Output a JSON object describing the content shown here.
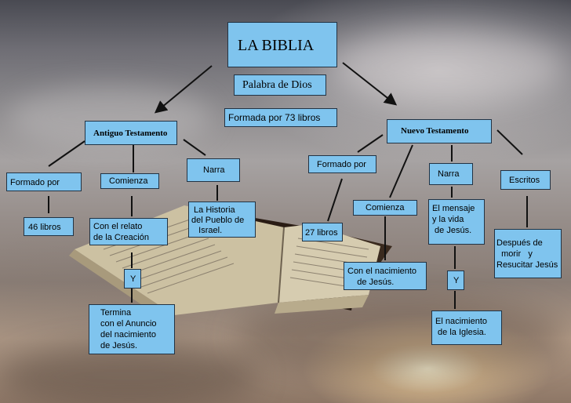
{
  "colors": {
    "node_fill": "#7fc4ee",
    "node_border": "#223344",
    "connector": "#111111"
  },
  "title": "LA BIBLIA",
  "subtitle": "Palabra de Dios",
  "formada": "Formada por 73 libros",
  "antiguo": {
    "label": "Antiguo Testamento",
    "formado_por": "Formado por",
    "libros": "46 libros",
    "comienza": "Comienza",
    "con_relato": "Con el relato\nde la Creación",
    "y": "Y",
    "termina": "Termina\ncon el Anuncio\ndel nacimiento\nde Jesús.",
    "narra": "Narra",
    "historia": " La Historia\ndel Pueblo de\n   Israel."
  },
  "nuevo": {
    "label": "Nuevo Testamento",
    "formado_por": "Formado por",
    "libros": "27 libros",
    "comienza": "Comienza",
    "con_nacimiento": "Con el nacimiento\n    de Jesús.",
    "narra": "Narra",
    "mensaje": "El mensaje\ny la vida\n de Jesús.",
    "y": "Y",
    "iglesia": "El nacimiento\n de la Iglesia.",
    "escritos": "Escritos",
    "despues": "Después de\n  morir   y\nResucitar Jesús"
  }
}
